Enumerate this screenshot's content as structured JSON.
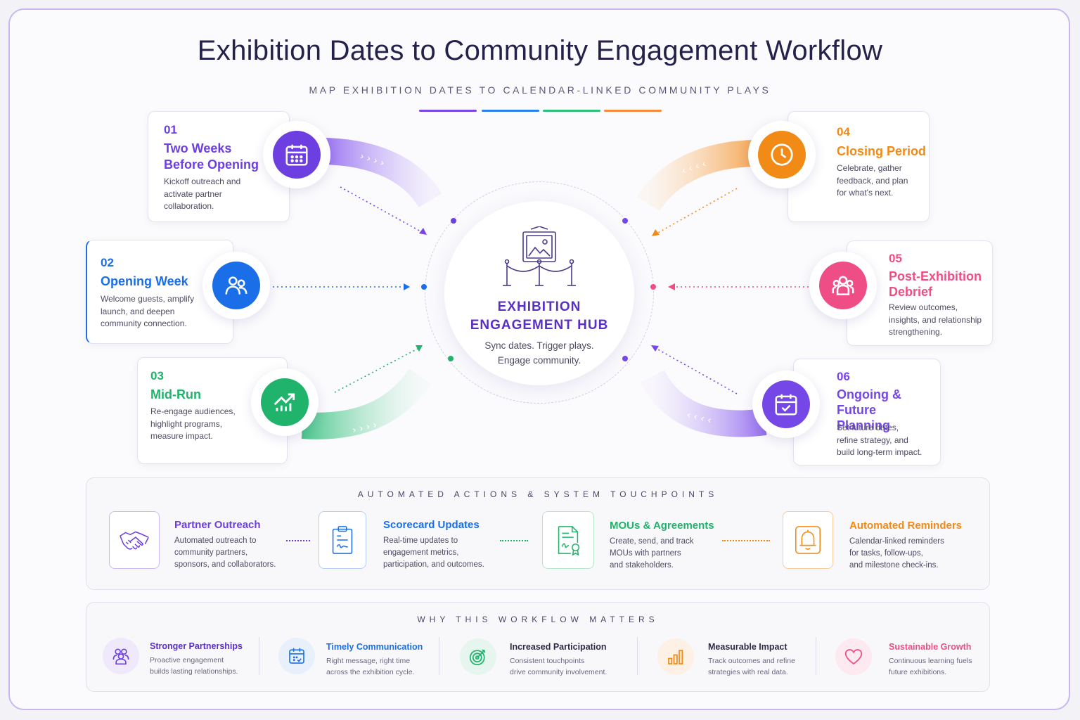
{
  "title": "Exhibition Dates to Community Engagement Workflow",
  "subtitle": "MAP EXHIBITION DATES TO CALENDAR-LINKED COMMUNITY PLAYS",
  "colors": {
    "purple": "#6d3fe0",
    "blue": "#1a6fe8",
    "green": "#1fb36b",
    "orange": "#f28a16",
    "pink": "#ef4d86",
    "violet": "#7447e6"
  },
  "stages": [
    {
      "number": "01",
      "title_1": "Two Weeks",
      "title_2": "Before Opening",
      "desc_1": "Kickoff outreach and",
      "desc_2": "activate partner",
      "desc_3": "collaboration.",
      "icon": "calendar-icon"
    },
    {
      "number": "02",
      "title_1": "Opening Week",
      "title_2": "",
      "desc_1": "Welcome guests, amplify",
      "desc_2": "launch, and deepen",
      "desc_3": "community connection.",
      "icon": "people-icon"
    },
    {
      "number": "03",
      "title_1": "Mid-Run",
      "title_2": "",
      "desc_1": "Re-engage audiences,",
      "desc_2": "highlight programs,",
      "desc_3": "measure impact.",
      "icon": "trend-chart-icon"
    },
    {
      "number": "04",
      "title_1": "Closing Period",
      "title_2": "",
      "desc_1": "Celebrate, gather",
      "desc_2": "feedback, and plan",
      "desc_3": "for what's next.",
      "icon": "clock-icon"
    },
    {
      "number": "05",
      "title_1": "Post-Exhibition",
      "title_2": "Debrief",
      "desc_1": "Review outcomes,",
      "desc_2": "insights, and relationship",
      "desc_3": "strengthening.",
      "icon": "group-icon"
    },
    {
      "number": "06",
      "title_1": "Ongoing & Future",
      "title_2": "Planning",
      "desc_1": "Set future dates,",
      "desc_2": "refine strategy, and",
      "desc_3": "build long-term impact.",
      "icon": "calendar-check-icon"
    }
  ],
  "hub": {
    "title_1": "EXHIBITION",
    "title_2": "ENGAGEMENT HUB",
    "line_1": "Sync dates. Trigger plays.",
    "line_2": "Engage community.",
    "icon": "framed-exhibit-icon"
  },
  "actions": {
    "heading": "AUTOMATED ACTIONS & SYSTEM TOUCHPOINTS",
    "items": [
      {
        "title": "Partner Outreach",
        "desc_1": "Automated outreach to",
        "desc_2": "community partners,",
        "desc_3": "sponsors, and collaborators.",
        "icon": "handshake-icon"
      },
      {
        "title": "Scorecard Updates",
        "desc_1": "Real-time updates to",
        "desc_2": "engagement metrics,",
        "desc_3": "participation, and outcomes.",
        "icon": "clipboard-icon"
      },
      {
        "title": "MOUs & Agreements",
        "desc_1": "Create, send, and track",
        "desc_2": "MOUs with partners",
        "desc_3": "and stakeholders.",
        "icon": "certificate-icon"
      },
      {
        "title": "Automated Reminders",
        "desc_1": "Calendar-linked reminders",
        "desc_2": "for tasks, follow-ups,",
        "desc_3": "and milestone check-ins.",
        "icon": "bell-icon"
      }
    ]
  },
  "why": {
    "heading": "WHY THIS WORKFLOW MATTERS",
    "items": [
      {
        "title": "Stronger Partnerships",
        "desc_1": "Proactive engagement",
        "desc_2": "builds lasting relationships.",
        "icon": "people-icon"
      },
      {
        "title": "Timely Communication",
        "desc_1": "Right message, right time",
        "desc_2": "across the exhibition cycle.",
        "icon": "calendar-icon"
      },
      {
        "title": "Increased Participation",
        "desc_1": "Consistent touchpoints",
        "desc_2": "drive community involvement.",
        "icon": "target-icon"
      },
      {
        "title": "Measurable Impact",
        "desc_1": "Track outcomes and refine",
        "desc_2": "strategies with real data.",
        "icon": "bar-chart-icon"
      },
      {
        "title": "Sustainable Growth",
        "desc_1": "Continuous learning fuels",
        "desc_2": "future exhibitions.",
        "icon": "heart-icon"
      }
    ]
  }
}
